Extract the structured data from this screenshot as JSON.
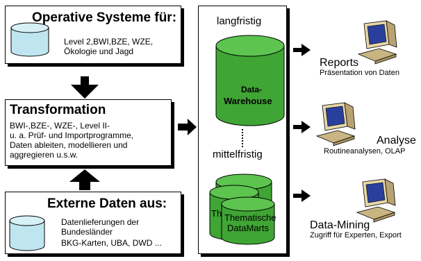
{
  "operative": {
    "title": "Operative Systeme für:",
    "lines": [
      "Level 2,BWI,BZE, WZE,",
      "Ökologie und Jagd"
    ]
  },
  "transformation": {
    "title": "Transformation",
    "lines": [
      "BWI-,BZE-, WZE-, Level II-",
      "u. a. Prüf- und Importprogramme,",
      "Daten ableiten, modellieren und",
      "aggregieren u.s.w."
    ]
  },
  "externe": {
    "title": "Externe Daten aus:",
    "lines": [
      "Datenlieferungen der",
      "Bundesländer",
      "BKG-Karten, UBA, DWD ..."
    ]
  },
  "warehouse": {
    "top_label": "langfristig",
    "cylinder_line1": "Data-",
    "cylinder_line2": "Warehouse",
    "mid_label": "mittelfristig",
    "back_fragment": "Th",
    "datamart_line1": "Thematische",
    "datamart_line2": "DataMarts"
  },
  "outputs": {
    "reports_title": "Reports",
    "reports_sub": "Präsentation von Daten",
    "analyse_title": "Analyse",
    "analyse_sub": "Routineanalysen, OLAP",
    "mining_title": "Data-Mining",
    "mining_sub": "Zugriff für Experten, Export"
  },
  "colors": {
    "cylinder_green": "#3fa535",
    "db_blue": "#bfe6f0",
    "computer_body": "#e8d8a8",
    "screen": "#2a3f9b"
  }
}
